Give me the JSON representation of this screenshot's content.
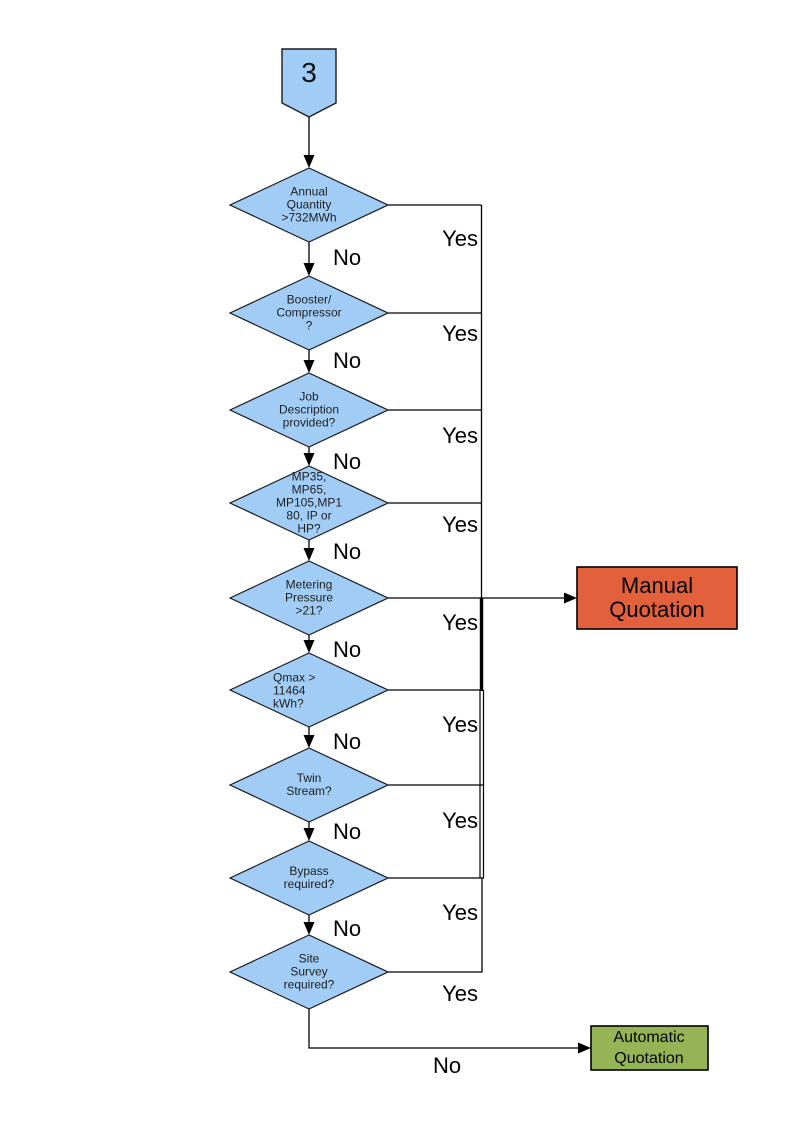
{
  "colors": {
    "background": "#ffffff",
    "node_fill": "#A0CCF5",
    "node_border": "#1a1a1a",
    "manual_fill": "#E2603C",
    "automatic_fill": "#95B455",
    "line": "#000000"
  },
  "offpage_connector": {
    "label": "3"
  },
  "decisions": [
    {
      "label": "Annual\nQuantity\n>732MWh",
      "yes": "Yes",
      "no": "No"
    },
    {
      "label": "Booster/\nCompressor\n?",
      "yes": "Yes",
      "no": "No"
    },
    {
      "label": "Job\nDescription\nprovided?",
      "yes": "Yes",
      "no": "No"
    },
    {
      "label": "MP35,\nMP65,\nMP105,MP1\n80, IP or\nHP?",
      "yes": "Yes",
      "no": "No"
    },
    {
      "label": "Metering\nPressure\n>21?",
      "yes": "Yes",
      "no": "No"
    },
    {
      "label": "Qmax >\n11464\nkWh?",
      "yes": "Yes",
      "no": "No"
    },
    {
      "label": "Twin\nStream?",
      "yes": "Yes",
      "no": "No"
    },
    {
      "label": "Bypass\nrequired?",
      "yes": "Yes",
      "no": "No"
    },
    {
      "label": "Site\nSurvey\nrequired?",
      "yes": "Yes",
      "no": "No"
    }
  ],
  "outcomes": {
    "manual": "Manual\nQuotation",
    "automatic": "Automatic\nQuotation"
  }
}
